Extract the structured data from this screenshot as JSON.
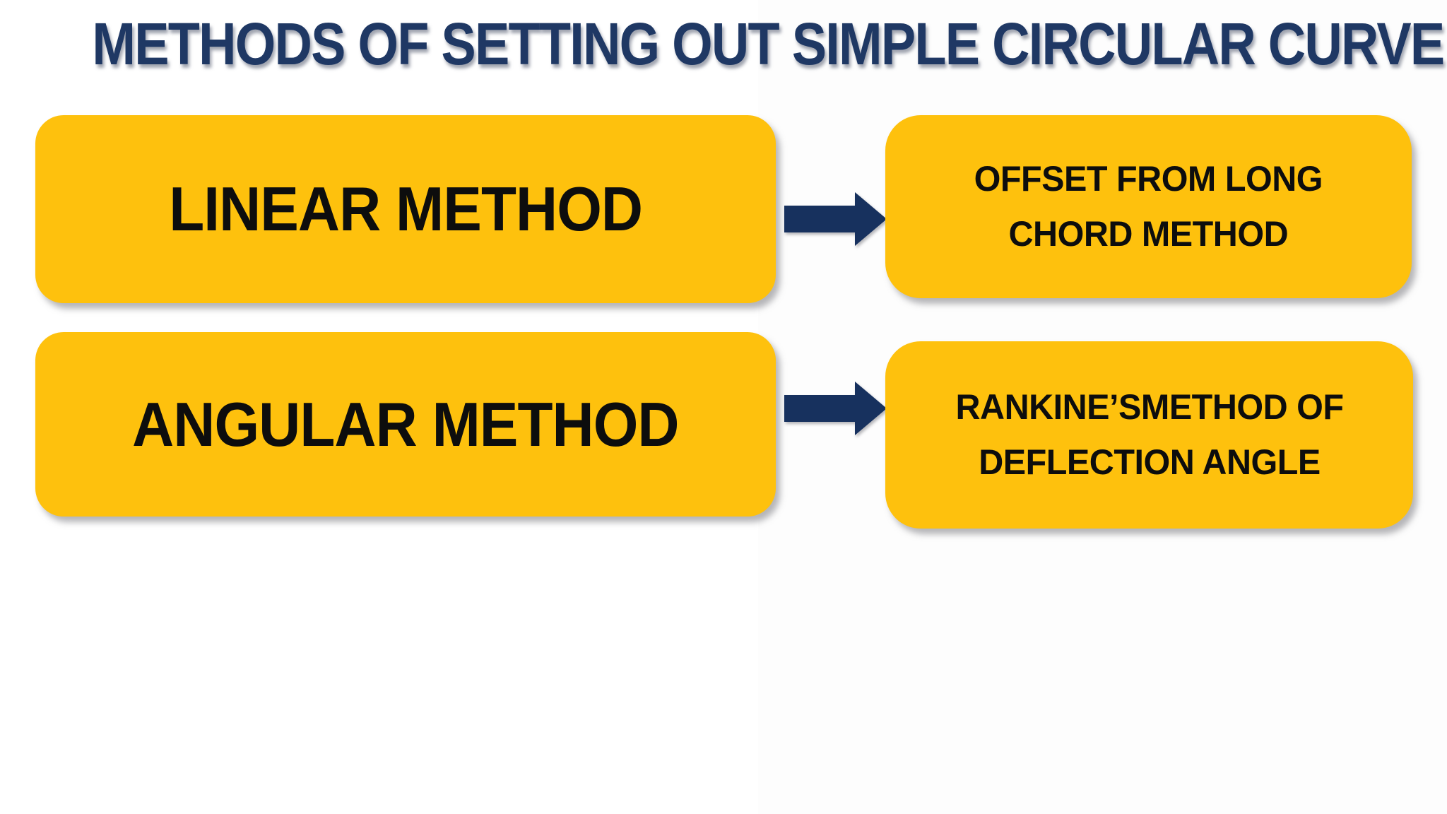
{
  "title": "METHODS OF SETTING OUT SIMPLE CIRCULAR CURVE",
  "colors": {
    "box_fill": "#FEC10D",
    "arrow_navy": "#17315E",
    "title_navy": "#1F3864",
    "box_text": "#0D0D0D",
    "background": "#FFFFFF"
  },
  "icons": {
    "flow_arrow": "right-arrow"
  },
  "diagram": {
    "rows": [
      {
        "method": "LINEAR METHOD",
        "result_line1": "OFFSET FROM LONG",
        "result_line2": "CHORD METHOD"
      },
      {
        "method": "ANGULAR METHOD",
        "result_line1": "RANKINE’SMETHOD OF",
        "result_line2": "DEFLECTION ANGLE"
      }
    ]
  }
}
